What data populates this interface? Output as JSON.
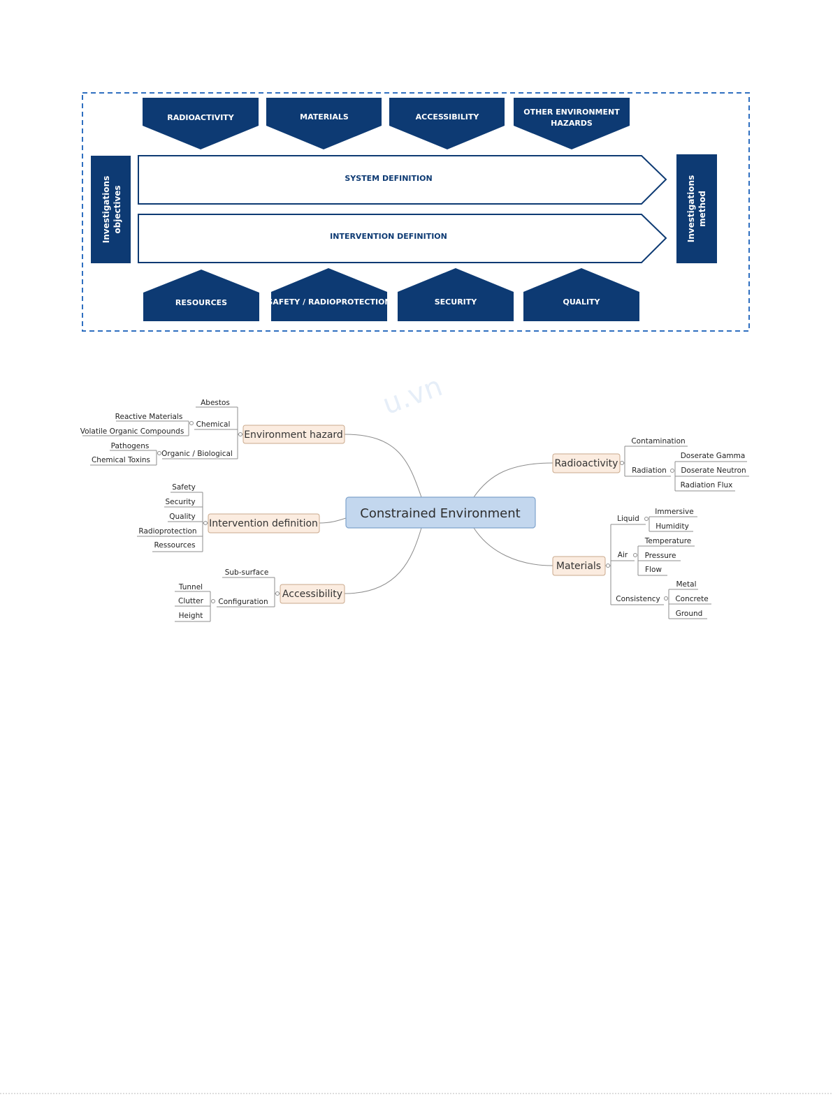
{
  "framework": {
    "top_boxes": [
      "RADIOACTIVITY",
      "MATERIALS",
      "ACCESSIBILITY",
      [
        "OTHER ENVIRONMENT",
        "HAZARDS"
      ]
    ],
    "bars": [
      "SYSTEM  DEFINITION",
      "INTERVENTION  DEFINITION"
    ],
    "left_side": [
      "Investigations",
      "objectives"
    ],
    "right_side": [
      "Investigations",
      "method"
    ],
    "bottom_boxes": [
      "RESOURCES",
      "SAFETY / RADIOPROTECTION",
      "SECURITY",
      "QUALITY"
    ],
    "colors": {
      "box_fill": "#0d3a73",
      "border": "#2f6fc0",
      "bar_text": "#0d3a73"
    }
  },
  "mindmap": {
    "root": "Constrained Environment",
    "branches": {
      "environment_hazard": {
        "label": "Environment hazard",
        "chemical": {
          "label": "Chemical",
          "items": [
            "Abestos",
            "Reactive Materials",
            "Volatile Organic Compounds"
          ]
        },
        "organic": {
          "label": "Organic / Biological",
          "items": [
            "Pathogens",
            "Chemical Toxins"
          ]
        }
      },
      "intervention_definition": {
        "label": "Intervention definition",
        "items": [
          "Safety",
          "Security",
          "Quality",
          "Radioprotection",
          "Ressources"
        ]
      },
      "accessibility": {
        "label": "Accessibility",
        "subsurface": "Sub-surface",
        "configuration": {
          "label": "Configuration",
          "items": [
            "Tunnel",
            "Clutter",
            "Height"
          ]
        }
      },
      "radioactivity": {
        "label": "Radioactivity",
        "contamination": "Contamination",
        "radiation": {
          "label": "Radiation",
          "items": [
            "Doserate Gamma",
            "Doserate Neutron",
            "Radiation Flux"
          ]
        }
      },
      "materials": {
        "label": "Materials",
        "liquid": {
          "label": "Liquid",
          "items": [
            "Immersive",
            "Humidity"
          ]
        },
        "air": {
          "label": "Air",
          "items": [
            "Temperature",
            "Pressure",
            "Flow"
          ]
        },
        "consistency": {
          "label": "Consistency",
          "items": [
            "Metal",
            "Concrete",
            "Ground"
          ]
        }
      }
    },
    "colors": {
      "root_fill": "#c3d7ee",
      "root_border": "#7fa3cc",
      "branch_fill": "#fbece0",
      "branch_border": "#c9a98c"
    }
  }
}
